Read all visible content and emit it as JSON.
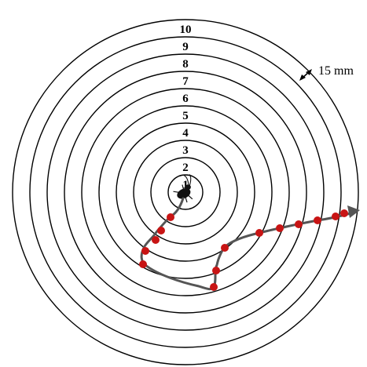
{
  "rings": [
    "1",
    "2",
    "3",
    "4",
    "5",
    "6",
    "7",
    "8",
    "9",
    "10"
  ],
  "scale_label": "15 mm",
  "colors": {
    "rings": "#000000",
    "track": "#555555",
    "markers": "#c81414",
    "insect": "#111111"
  },
  "icons": {
    "insect": "insect-icon",
    "scale_arrow": "double-arrow-icon",
    "track_arrowhead": "arrowhead-icon"
  }
}
